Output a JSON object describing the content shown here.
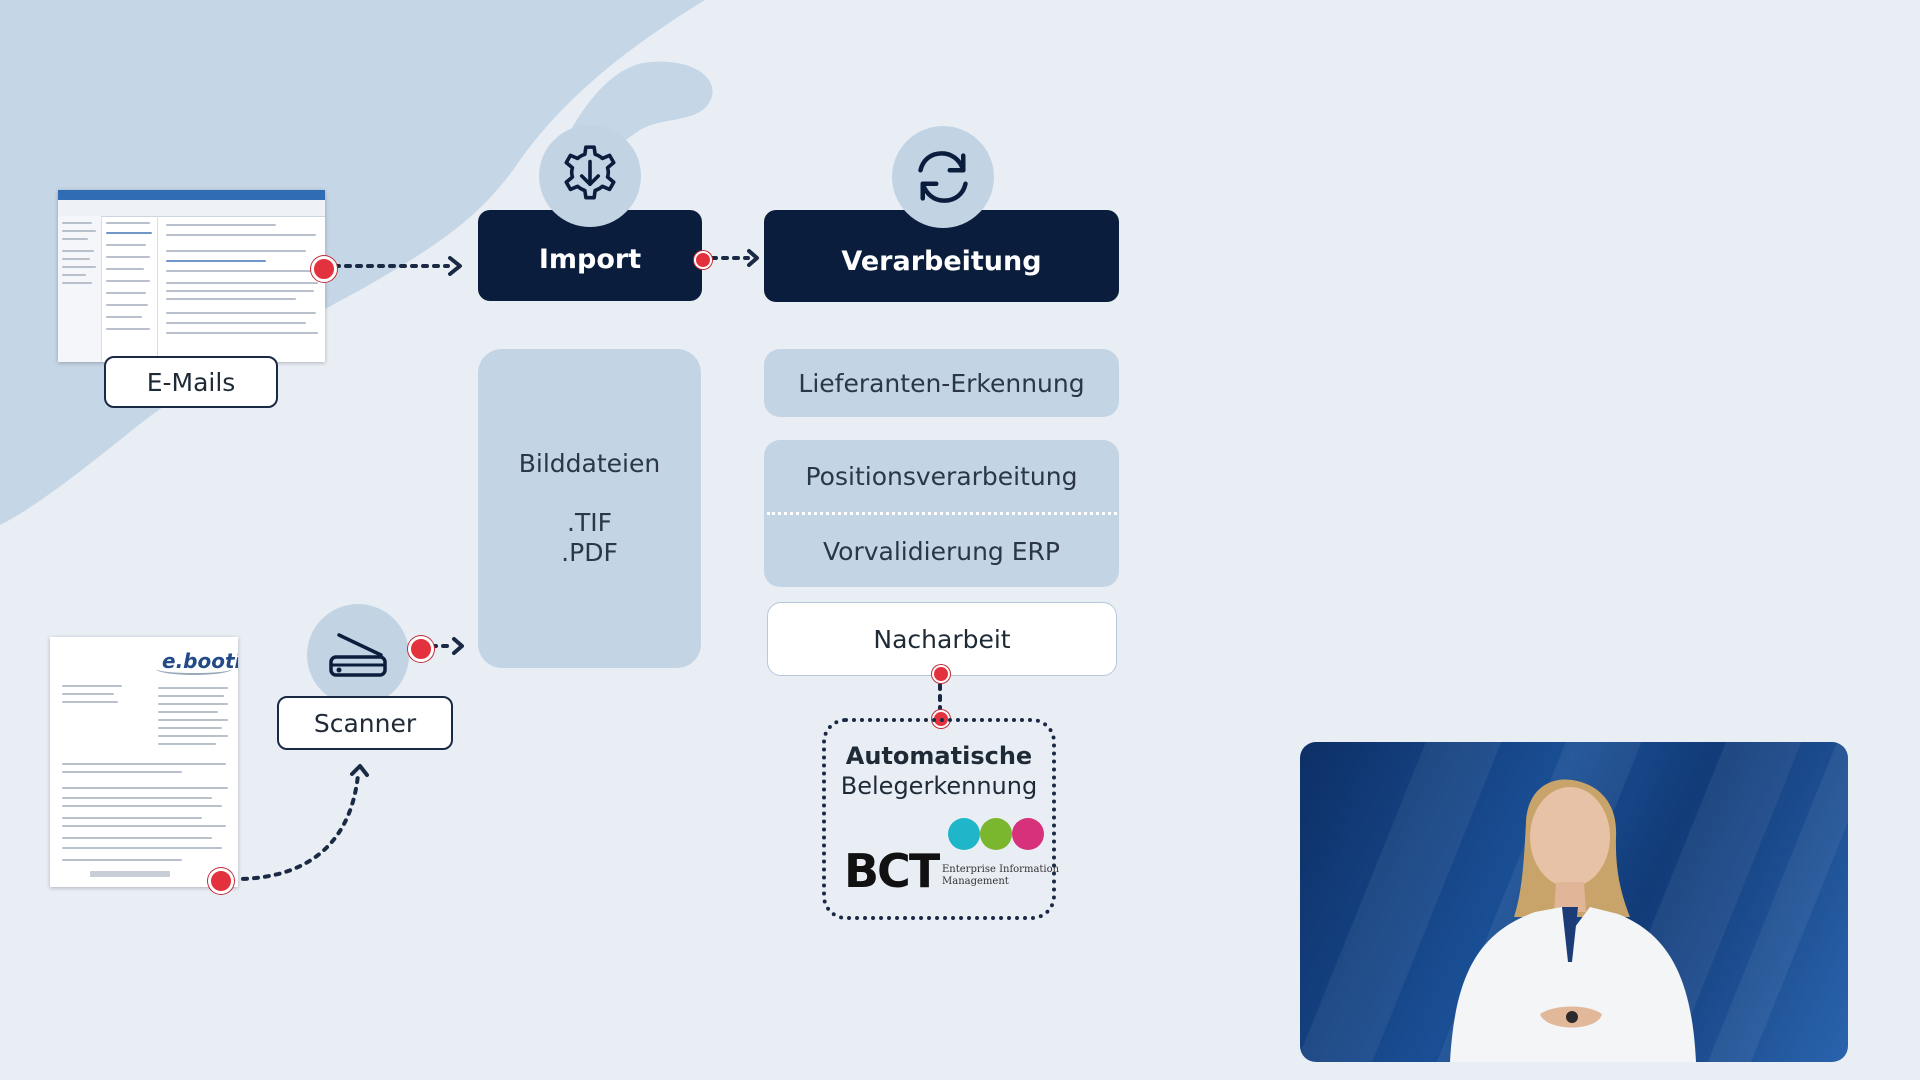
{
  "flow": {
    "import_label": "Import",
    "processing_label": "Verarbeitung"
  },
  "sources": {
    "emails_label": "E-Mails",
    "scanner_label": "Scanner",
    "document_logo_text": "e.bootis"
  },
  "image_files": {
    "title": "Bilddateien",
    "formats": [
      ".TIF",
      ".PDF"
    ]
  },
  "processing_steps": {
    "supplier_recognition": "Lieferanten-Erkennung",
    "position_processing": "Positionsverarbeitung",
    "erp_prevalidation": "Vorvalidierung ERP",
    "rework": "Nacharbeit"
  },
  "recognition": {
    "title_bold": "Automatische",
    "title": "Belegerkennung",
    "logo_text": "BCT",
    "logo_tagline_1": "Enterprise Information",
    "logo_tagline_2": "Management",
    "logo_circle_colors": [
      "#1fb6c9",
      "#7ab72e",
      "#d8317b"
    ]
  },
  "colors": {
    "dark_navy": "#0a1d3d",
    "panel_blue": "#c3d4e5",
    "connector_red": "#e3323e",
    "background": "#e9eef5"
  },
  "icons": {
    "import": "gear-download-icon",
    "processing": "refresh-cycle-icon",
    "scanner": "scanner-icon"
  }
}
